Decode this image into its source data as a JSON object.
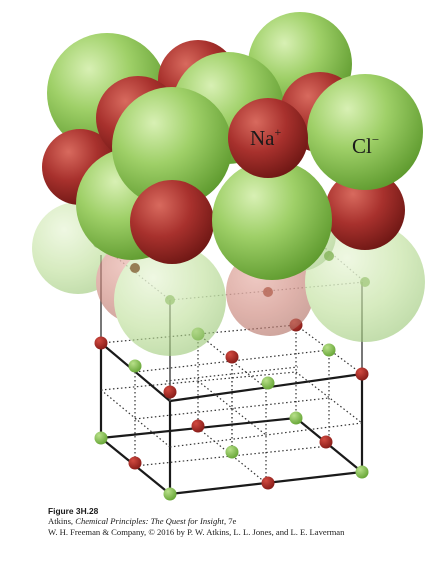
{
  "figure": {
    "sodium_label": "Na",
    "sodium_charge": "+",
    "chloride_label": "Cl",
    "chloride_charge": "−"
  },
  "caption": {
    "figure_number": "Figure 3H.28",
    "author": "Atkins, ",
    "book_title": "Chemical Principles: The Quest for Insight",
    "edition": ", 7e",
    "publisher_line": "W. H. Freeman & Company, © 2016 by P. W. Atkins, L. L. Jones, and L. E. Laverman"
  },
  "colors": {
    "sodium": "#a8312d",
    "chloride": "#8cc456",
    "lattice_line": "#1a1a1a"
  }
}
